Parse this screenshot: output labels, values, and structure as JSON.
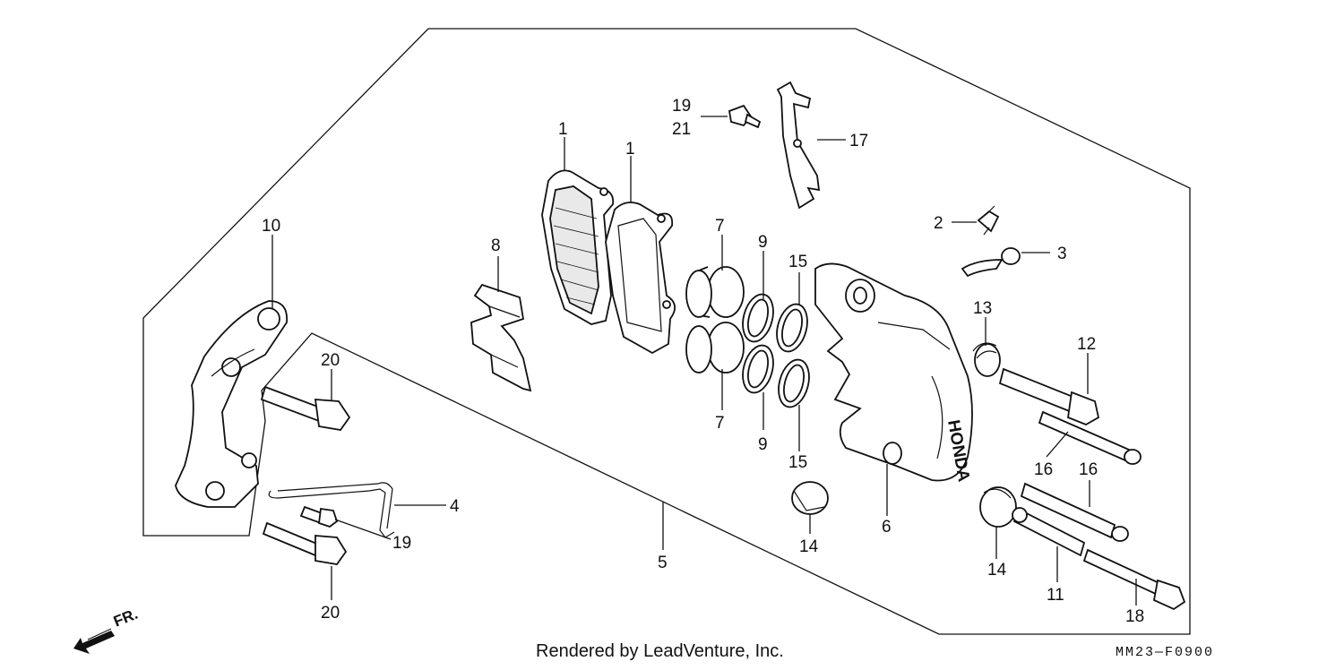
{
  "labels": {
    "l1a": "1",
    "l1b": "1",
    "l2": "2",
    "l3": "3",
    "l4": "4",
    "l5": "5",
    "l6": "6",
    "l7a": "7",
    "l7b": "7",
    "l8": "8",
    "l9a": "9",
    "l9b": "9",
    "l10": "10",
    "l11": "11",
    "l12": "12",
    "l13": "13",
    "l14a": "14",
    "l14b": "14",
    "l15a": "15",
    "l15b": "15",
    "l16a": "16",
    "l16b": "16",
    "l17": "17",
    "l18": "18",
    "l19a": "19",
    "l19b": "19",
    "l20a": "20",
    "l20b": "20",
    "l21": "21"
  },
  "direction_label": "FR.",
  "footer": {
    "credit": "Rendered by LeadVenture, Inc.",
    "code": "MM23—F0900"
  },
  "icons": {
    "direction": "arrow-front-icon"
  }
}
